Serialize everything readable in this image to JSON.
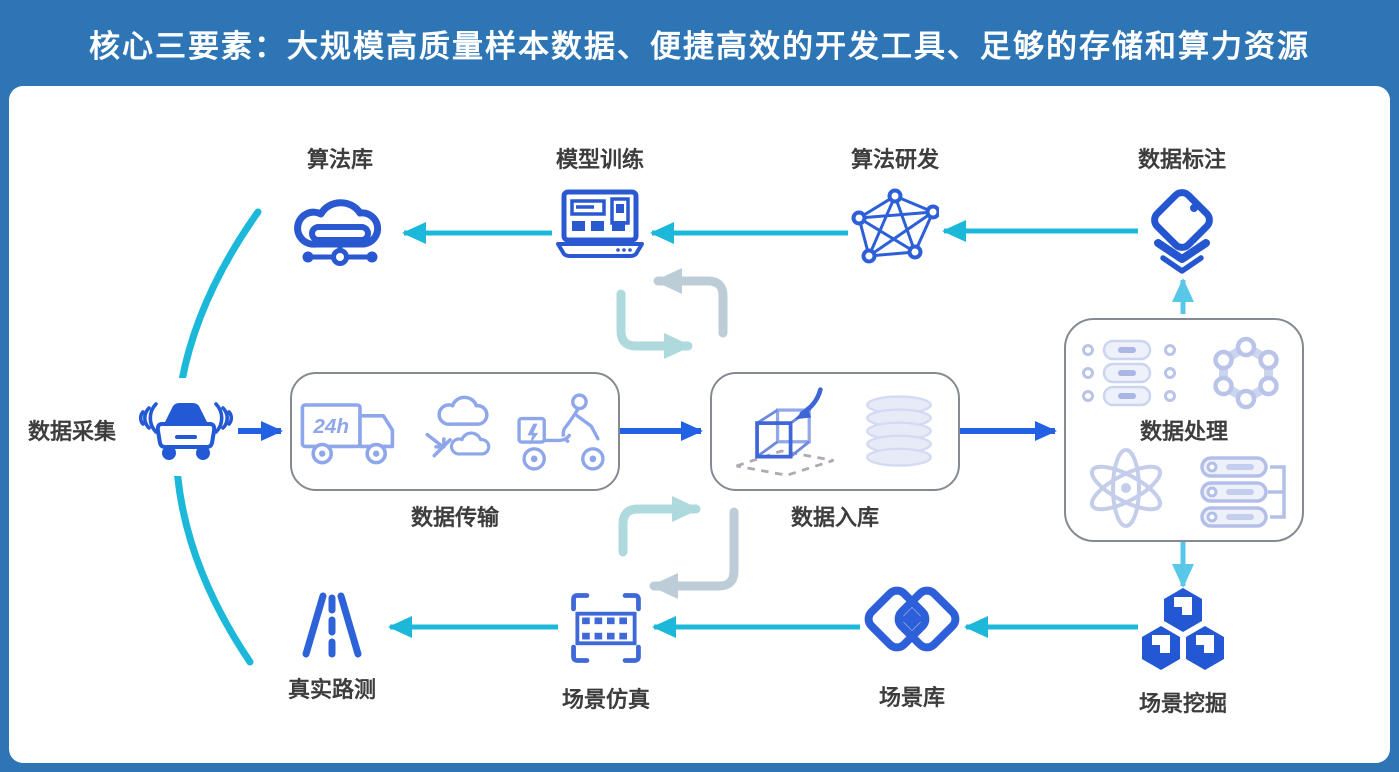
{
  "header": {
    "title": "核心三要素：大规模高质量样本数据、便捷高效的开发工具、足够的存储和算力资源",
    "bg_color": "#2e75b6",
    "text_color": "#ffffff"
  },
  "colors": {
    "cyan_arrow": "#1cb8da",
    "light_cyan_arrow": "#58c7e8",
    "blue_arrow": "#2361e4",
    "pale_loop_gray": "#bccdd8",
    "pale_loop_teal": "#aedade",
    "box_border": "#858a92",
    "label_text": "#3d3d3d",
    "icon_blue": "#2a58d0",
    "icon_pale_blue": "#8ea6ea",
    "icon_faint_blue": "#c4cdea"
  },
  "nodes": {
    "algorithm_library": {
      "label": "算法库",
      "icon": "cloud-network-icon"
    },
    "model_training": {
      "label": "模型训练",
      "icon": "laptop-icon"
    },
    "algorithm_rd": {
      "label": "算法研发",
      "icon": "graph-network-icon"
    },
    "data_annotation": {
      "label": "数据标注",
      "icon": "tag-icon"
    },
    "data_collection": {
      "label": "数据采集",
      "icon": "car-wifi-icon"
    },
    "data_transmission": {
      "label": "数据传输",
      "truck_badge": "24h",
      "icons": [
        "truck-24h-icon",
        "cloud-sync-icon",
        "delivery-rider-icon"
      ]
    },
    "data_warehousing": {
      "label": "数据入库",
      "icons": [
        "cube-inbox-icon",
        "disk-stack-icon"
      ]
    },
    "data_processing": {
      "label": "数据处理",
      "icons": [
        "etl-flow-icon",
        "molecule-icon",
        "atom-icon",
        "server-stack-icon"
      ]
    },
    "real_road_test": {
      "label": "真实路测",
      "icon": "road-icon"
    },
    "scenario_simulation": {
      "label": "场景仿真",
      "icon": "film-frame-icon"
    },
    "scenario_library": {
      "label": "场景库",
      "icon": "double-diamond-icon"
    },
    "scenario_mining": {
      "label": "场景挖掘",
      "icon": "cubes-icon"
    }
  },
  "edges": [
    {
      "from": "数据采集",
      "to": "数据传输",
      "style": "blue"
    },
    {
      "from": "数据传输",
      "to": "数据入库",
      "style": "blue"
    },
    {
      "from": "数据入库",
      "to": "数据处理",
      "style": "blue"
    },
    {
      "from": "数据处理",
      "to": "数据标注",
      "style": "cyan-up"
    },
    {
      "from": "数据标注",
      "to": "算法研发",
      "style": "cyan"
    },
    {
      "from": "算法研发",
      "to": "模型训练",
      "style": "cyan"
    },
    {
      "from": "模型训练",
      "to": "算法库",
      "style": "cyan"
    },
    {
      "from": "数据处理",
      "to": "场景挖掘",
      "style": "cyan-down"
    },
    {
      "from": "场景挖掘",
      "to": "场景库",
      "style": "cyan"
    },
    {
      "from": "场景库",
      "to": "场景仿真",
      "style": "cyan"
    },
    {
      "from": "场景仿真",
      "to": "真实路测",
      "style": "cyan"
    },
    {
      "type": "loop",
      "between": [
        "模型训练",
        "数据传输/数据入库"
      ]
    },
    {
      "type": "loop",
      "between": [
        "数据传输/数据入库",
        "场景仿真"
      ]
    },
    {
      "type": "arc",
      "between": [
        "算法库",
        "真实路测"
      ],
      "via": "数据采集"
    }
  ]
}
